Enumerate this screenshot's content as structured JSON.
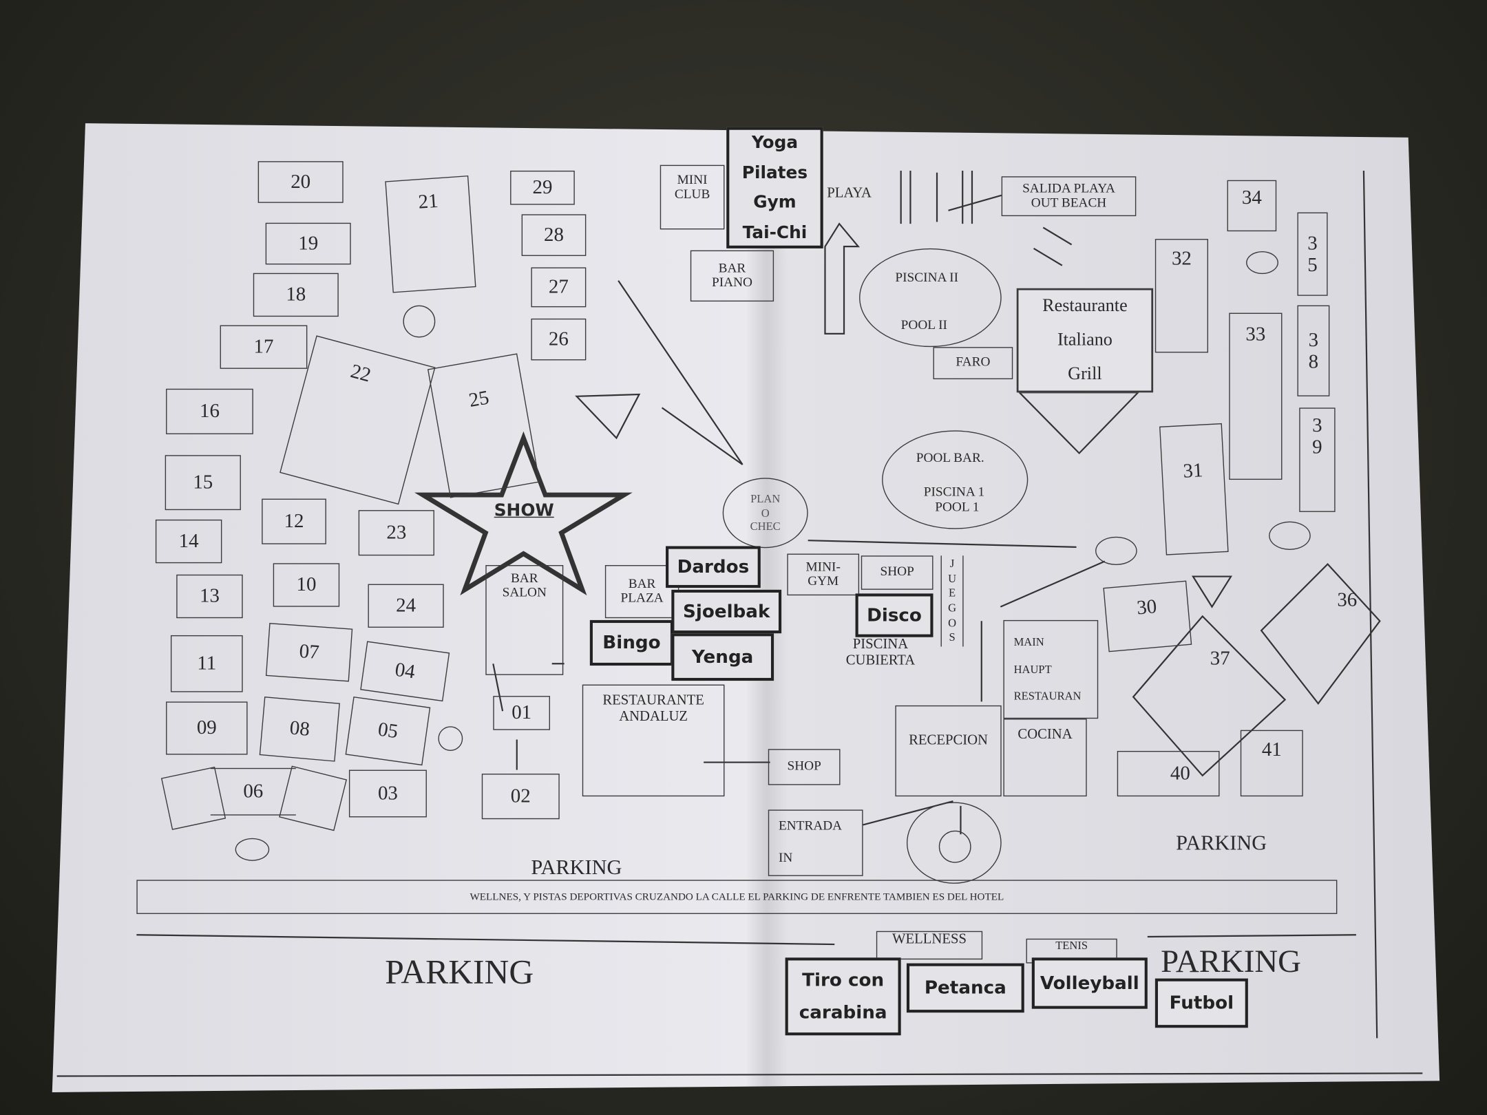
{
  "rooms": [
    "01",
    "02",
    "03",
    "04",
    "05",
    "06",
    "07",
    "08",
    "09",
    "10",
    "11",
    "12",
    "13",
    "14",
    "15",
    "16",
    "17",
    "18",
    "19",
    "20",
    "21",
    "22",
    "23",
    "24",
    "25",
    "26",
    "27",
    "28",
    "29",
    "30",
    "31",
    "32",
    "33",
    "34",
    "35",
    "36",
    "37",
    "38",
    "39",
    "40",
    "41"
  ],
  "venues": {
    "yoga": [
      "Yoga",
      "Pilates",
      "Gym",
      "Tai-Chi"
    ],
    "mini_club": [
      "MINI",
      "CLUB"
    ],
    "bar_piano": [
      "BAR",
      "PIANO"
    ],
    "playa": "PLAYA",
    "salida_playa": [
      "SALIDA PLAYA",
      "OUT BEACH"
    ],
    "piscina_ii": [
      "PISCINA II",
      "POOL  II"
    ],
    "faro": "FARO",
    "restaurante_italiano": [
      "Restaurante",
      "Italiano",
      "Grill"
    ],
    "pool_bar": [
      "POOL BAR.",
      "PISCINA 1",
      "POOL 1"
    ],
    "plan_o_chec": [
      "PLAN",
      "O",
      "CHEC"
    ],
    "show": "SHOW",
    "bar_salon": [
      "BAR",
      "SALON"
    ],
    "bar_plaza": [
      "BAR",
      "PLAZA"
    ],
    "dardos": "Dardos",
    "sjoelbak": "Sjoelbak",
    "bingo": "Bingo",
    "yenga": "Yenga",
    "restaurante_andaluz": [
      "RESTAURANTE",
      "ANDALUZ"
    ],
    "mini_gym": [
      "MINI-",
      "GYM"
    ],
    "shop": "SHOP",
    "disco": "Disco",
    "juegos": "JUEGOS",
    "piscina_cubierta": [
      "PISCINA",
      "CUBIERTA"
    ],
    "main_restaurant": [
      "MAIN",
      "HAUPT",
      "RESTAURAN"
    ],
    "recepcion": "RECEPCION",
    "cocina": "COCINA",
    "shop2": "SHOP",
    "entrada": [
      "ENTRADA",
      "IN"
    ]
  },
  "parking": [
    "PARKING",
    "PARKING",
    "PARKING",
    "PARKING"
  ],
  "banner": "WELLNES, Y PISTAS DEPORTIVAS CRUZANDO LA CALLE EL PARKING DE ENFRENTE TAMBIEN ES DEL HOTEL",
  "sports": {
    "wellness": "WELLNESS",
    "tenis": "TENIS",
    "tiro": [
      "Tiro con",
      "carabina"
    ],
    "petanca": "Petanca",
    "volleyball": "Volleyball",
    "futbol": "Futbol"
  },
  "colors": {
    "paper": "#e5e5ea",
    "ink": "#2a2a2a",
    "table": "#2b2b24"
  }
}
